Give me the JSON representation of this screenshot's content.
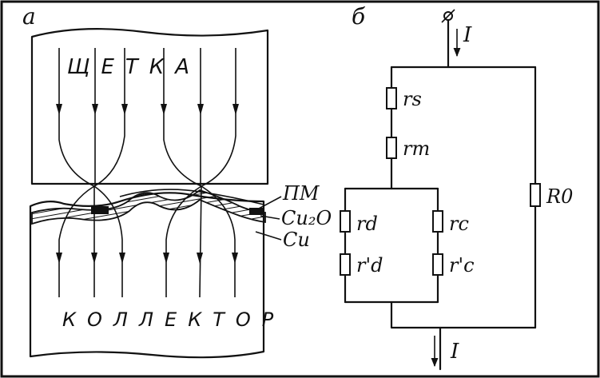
{
  "panel_a": {
    "letter": "a",
    "brush_label": "ЩЕТКА",
    "commutator_label": "КОЛЛЕКТОР",
    "layer_labels": {
      "pm": "ПМ",
      "cu2o": "Cu₂O",
      "cu": "Cu"
    }
  },
  "panel_b": {
    "letter": "б",
    "current_in": "I",
    "current_out": "I",
    "resistors": {
      "rs": "rs",
      "rm": "rm",
      "rd": "rd",
      "rd2": "r'd",
      "rc": "rc",
      "rc2": "r'c",
      "r0": "R0"
    }
  }
}
